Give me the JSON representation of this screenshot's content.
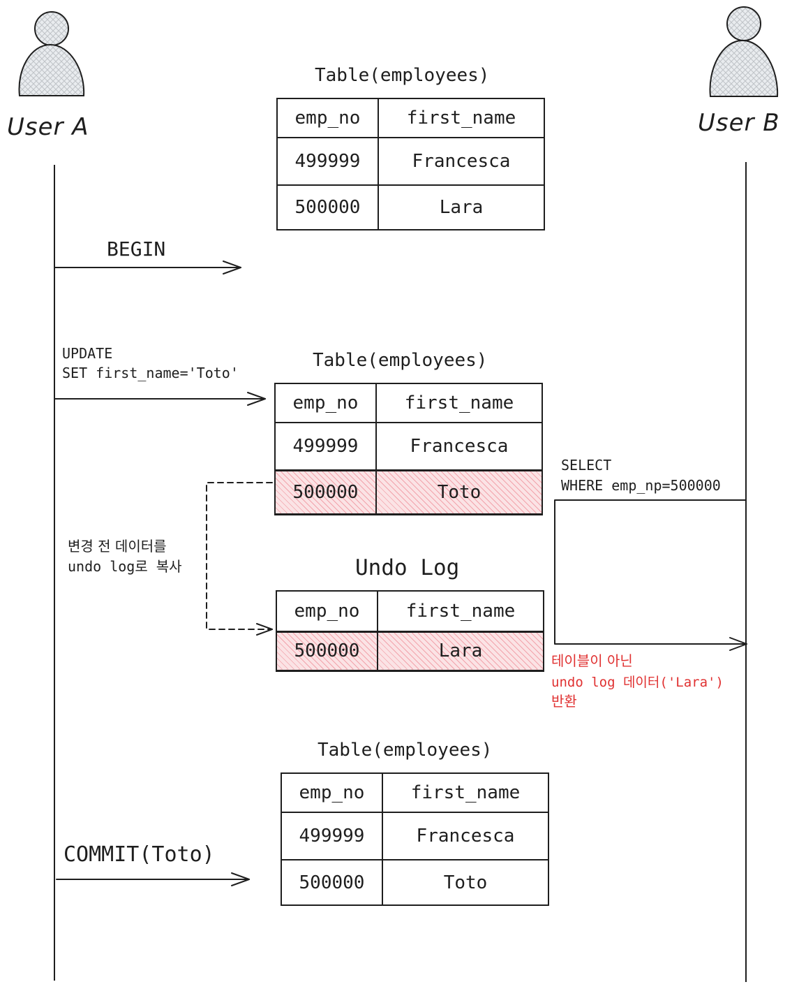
{
  "actors": {
    "user_a": "User A",
    "user_b": "User B"
  },
  "messages": {
    "begin": "BEGIN",
    "update_line1": "UPDATE",
    "update_line2": "SET first_name='Toto'",
    "commit": "COMMIT(Toto)",
    "select_line1": "SELECT",
    "select_line2": "WHERE emp_np=500000"
  },
  "notes": {
    "copy_line1": "변경 전 데이터를",
    "copy_line2": "undo log로 복사",
    "result_line1": "테이블이 아닌",
    "result_line2": "undo log 데이터('Lara')",
    "result_line3": "반환"
  },
  "tables": {
    "initial": {
      "title": "Table(employees)",
      "header": [
        "emp_no",
        "first_name"
      ],
      "rows": [
        [
          "499999",
          "Francesca"
        ],
        [
          "500000",
          "Lara"
        ]
      ]
    },
    "updated": {
      "title": "Table(employees)",
      "header": [
        "emp_no",
        "first_name"
      ],
      "rows": [
        [
          "499999",
          "Francesca"
        ],
        [
          "500000",
          "Toto"
        ]
      ]
    },
    "undo_log": {
      "title": "Undo Log",
      "header": [
        "emp_no",
        "first_name"
      ],
      "rows": [
        [
          "500000",
          "Lara"
        ]
      ]
    },
    "committed": {
      "title": "Table(employees)",
      "header": [
        "emp_no",
        "first_name"
      ],
      "rows": [
        [
          "499999",
          "Francesca"
        ],
        [
          "500000",
          "Toto"
        ]
      ]
    }
  },
  "colors": {
    "stroke": "#1e1e1e",
    "highlight_fill": "#fbe3e5",
    "highlight_hatch": "#f2a3ab",
    "note_red": "#e03131"
  }
}
